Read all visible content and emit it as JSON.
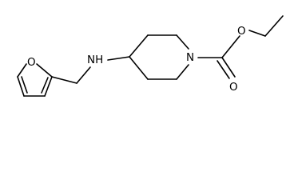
{
  "molecule": {
    "atoms": {
      "furan_oxygen": "O",
      "amine": "NH",
      "ring_nitrogen": "N",
      "ester_ether_oxygen": "O",
      "carbonyl_oxygen": "O"
    }
  },
  "colors": {
    "bond": "#000000",
    "label": "#000000",
    "background": "#ffffff"
  }
}
